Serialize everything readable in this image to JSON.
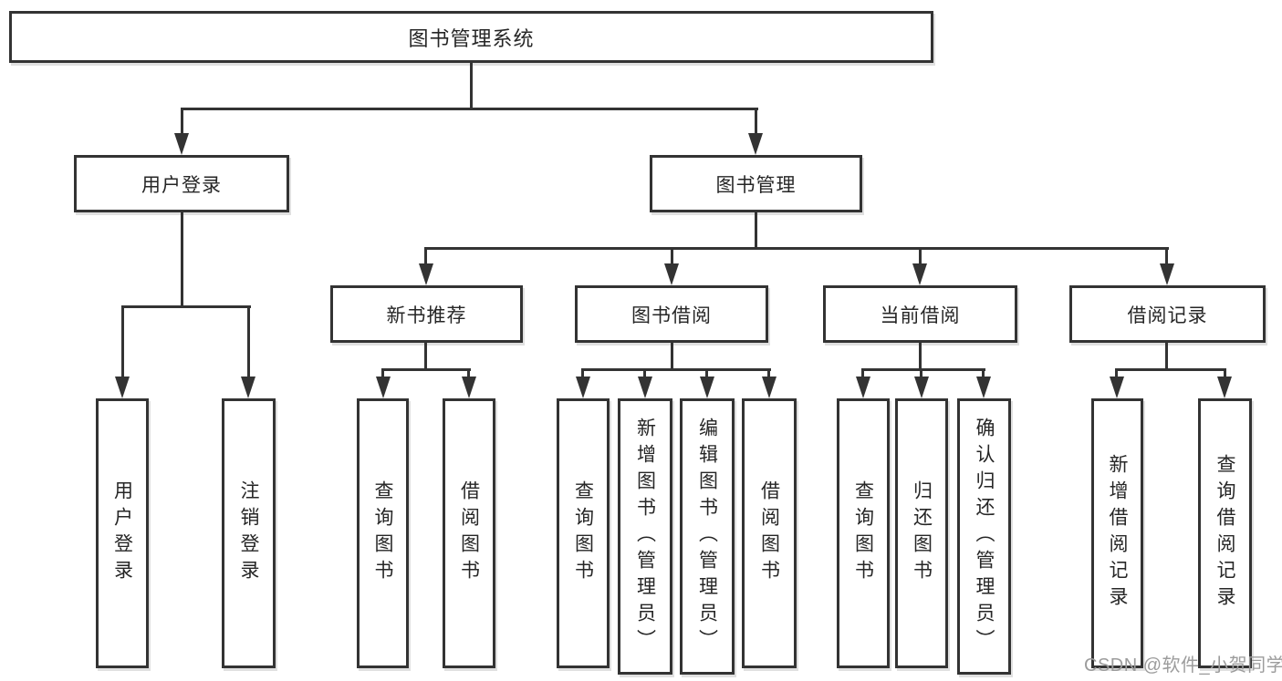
{
  "diagram": {
    "title": "图书管理系统",
    "nodes": [
      {
        "id": "root",
        "label": "图书管理系统",
        "parent": null
      },
      {
        "id": "user-login",
        "label": "用户登录",
        "parent": "root"
      },
      {
        "id": "book-management",
        "label": "图书管理",
        "parent": "root"
      },
      {
        "id": "login",
        "label": "用户登录",
        "parent": "user-login"
      },
      {
        "id": "logout",
        "label": "注销登录",
        "parent": "user-login"
      },
      {
        "id": "new-book-recommend",
        "label": "新书推荐",
        "parent": "book-management"
      },
      {
        "id": "book-borrowing",
        "label": "图书借阅",
        "parent": "book-management"
      },
      {
        "id": "current-borrowing",
        "label": "当前借阅",
        "parent": "book-management"
      },
      {
        "id": "borrowing-records",
        "label": "借阅记录",
        "parent": "book-management"
      },
      {
        "id": "query-books-1",
        "label": "查询图书",
        "parent": "new-book-recommend"
      },
      {
        "id": "borrow-books-1",
        "label": "借阅图书",
        "parent": "new-book-recommend"
      },
      {
        "id": "query-books-2",
        "label": "查询图书",
        "parent": "book-borrowing"
      },
      {
        "id": "add-books",
        "label": "新增图书（管理员）",
        "parent": "book-borrowing"
      },
      {
        "id": "edit-books",
        "label": "编辑图书（管理员）",
        "parent": "book-borrowing"
      },
      {
        "id": "borrow-books-2",
        "label": "借阅图书",
        "parent": "book-borrowing"
      },
      {
        "id": "query-books-3",
        "label": "查询图书",
        "parent": "current-borrowing"
      },
      {
        "id": "return-books",
        "label": "归还图书",
        "parent": "current-borrowing"
      },
      {
        "id": "confirm-return",
        "label": "确认归还（管理员）",
        "parent": "current-borrowing"
      },
      {
        "id": "add-borrow-record",
        "label": "新增借阅记录",
        "parent": "borrowing-records"
      },
      {
        "id": "query-borrow-record",
        "label": "查询借阅记录",
        "parent": "borrowing-records"
      }
    ]
  },
  "watermark": {
    "text": "CSDN @软件_小贺同学"
  },
  "colors": {
    "line": "#333333",
    "box_border": "#333333",
    "text": "#262626",
    "watermark": "#9c9c9c",
    "background": "#ffffff"
  }
}
